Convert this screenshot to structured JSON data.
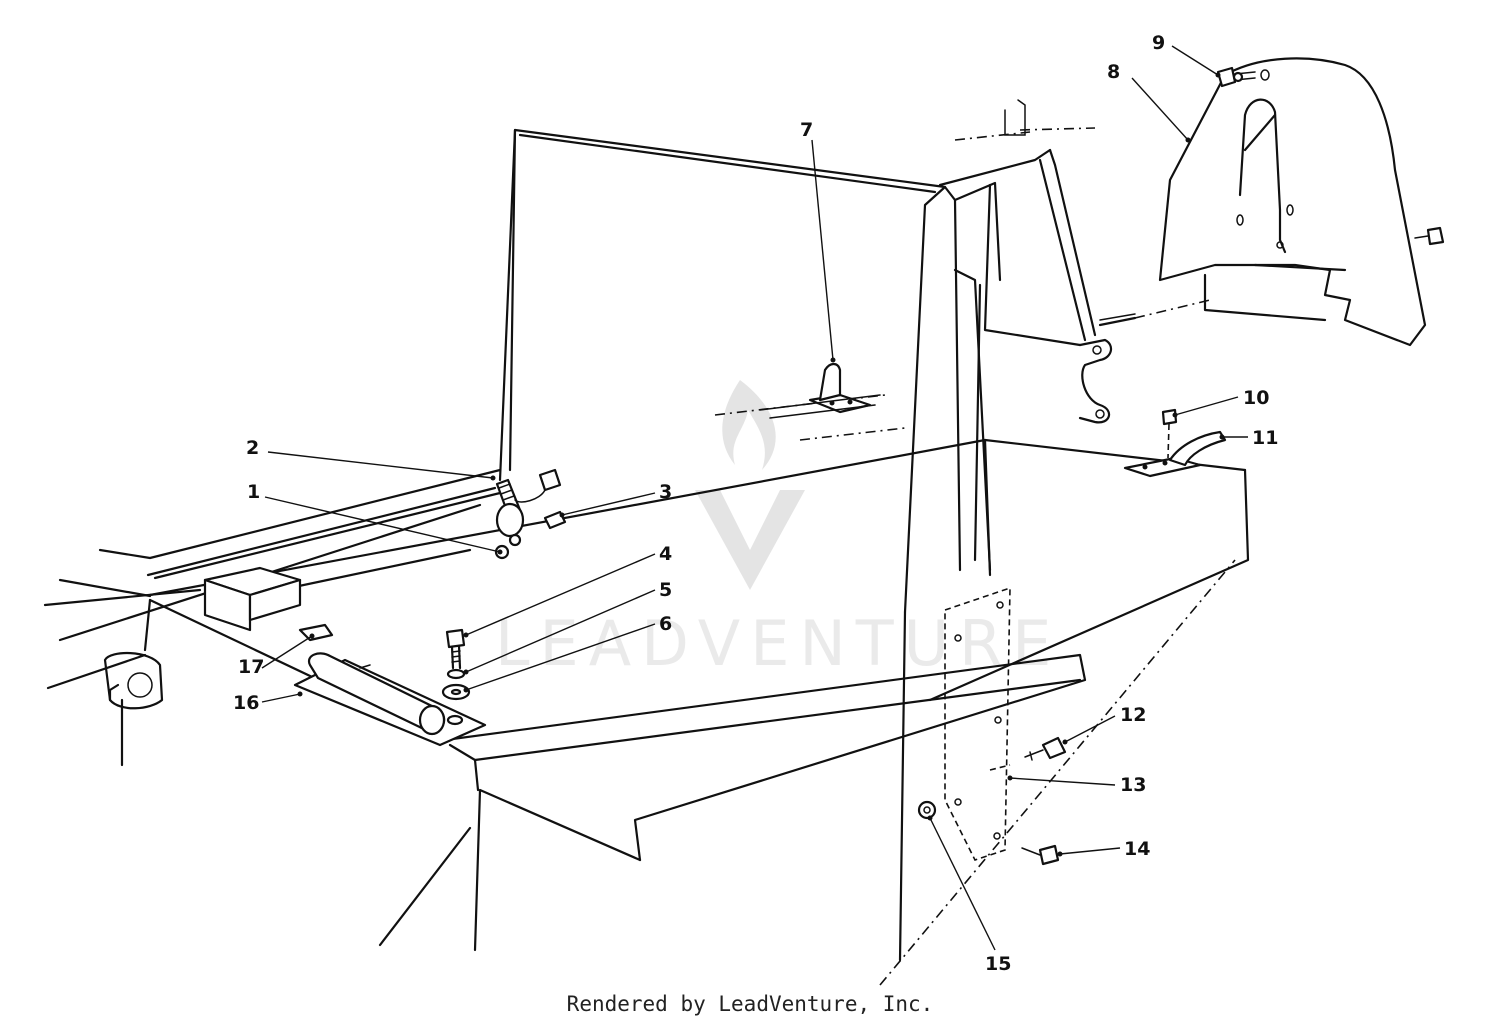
{
  "callouts": [
    {
      "id": "1",
      "label": "1"
    },
    {
      "id": "2",
      "label": "2"
    },
    {
      "id": "3",
      "label": "3"
    },
    {
      "id": "4",
      "label": "4"
    },
    {
      "id": "5",
      "label": "5"
    },
    {
      "id": "6",
      "label": "6"
    },
    {
      "id": "7",
      "label": "7"
    },
    {
      "id": "8",
      "label": "8"
    },
    {
      "id": "9",
      "label": "9"
    },
    {
      "id": "10",
      "label": "10"
    },
    {
      "id": "11",
      "label": "11"
    },
    {
      "id": "12",
      "label": "12"
    },
    {
      "id": "13",
      "label": "13"
    },
    {
      "id": "14",
      "label": "14"
    },
    {
      "id": "15",
      "label": "15"
    },
    {
      "id": "16",
      "label": "16"
    },
    {
      "id": "17",
      "label": "17"
    }
  ],
  "watermark": {
    "text": "LEADVENTURE"
  },
  "footer": {
    "text": "Rendered by LeadVenture, Inc."
  }
}
